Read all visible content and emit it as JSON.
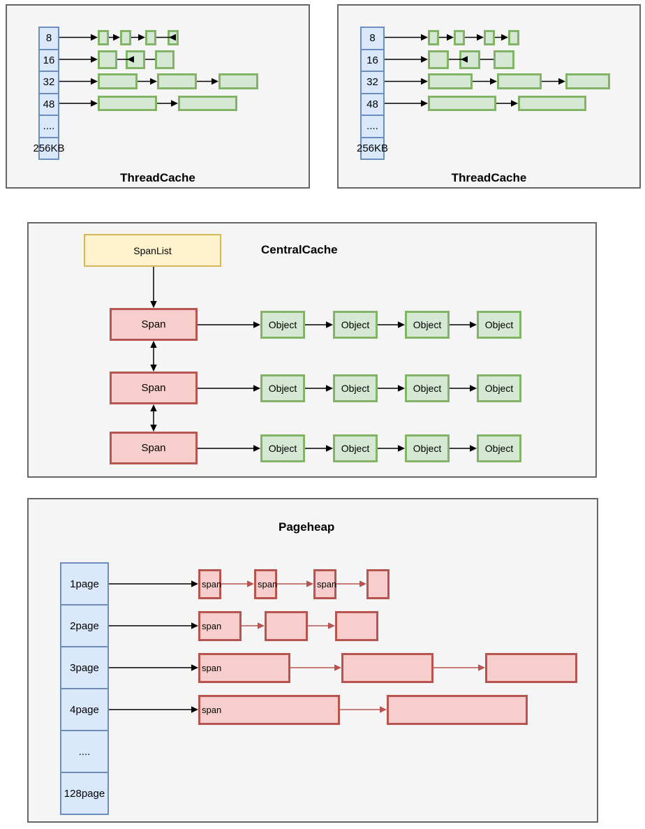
{
  "thread_cache_left": {
    "title": "ThreadCache",
    "size_classes": [
      "8",
      "16",
      "32",
      "48",
      "....",
      "256KB"
    ]
  },
  "thread_cache_right": {
    "title": "ThreadCache",
    "size_classes": [
      "8",
      "16",
      "32",
      "48",
      "....",
      "256KB"
    ]
  },
  "central_cache": {
    "title": "CentralCache",
    "span_list_label": "SpanList",
    "span_label": "Span",
    "object_label": "Object"
  },
  "pageheap": {
    "title": "Pageheap",
    "page_classes": [
      "1page",
      "2page",
      "3page",
      "4page",
      "....",
      "128page"
    ],
    "span_label": "span"
  },
  "colors": {
    "panel_background": "#f5f5f5",
    "panel_border": "#666666",
    "size_list_fill": "#dae8fc",
    "size_list_stroke": "#6c8ebf",
    "object_fill": "#d5e8d4",
    "object_stroke": "#82b366",
    "span_fill": "#f8cecc",
    "span_stroke": "#b85450",
    "span_list_fill": "#fff2cc",
    "span_list_stroke": "#d6b656",
    "arrow": "#000000",
    "span_link_arrow": "#b85450"
  }
}
